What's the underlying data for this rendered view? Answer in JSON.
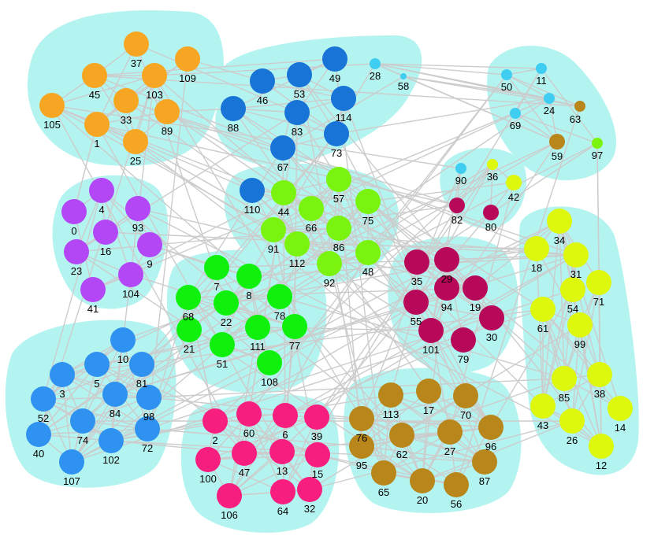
{
  "graph": {
    "colors": {
      "cluster_fill": "#b4f4f0",
      "edge": "#cccccc",
      "orange": "#f6a623",
      "blue_dark": "#1874d6",
      "cyan": "#3fcdf1",
      "olive": "#b8861b",
      "lime": "#7af40e",
      "purple": "#b347f6",
      "yellow": "#ddf70d",
      "crimson": "#b8085a",
      "green": "#0ff00d",
      "blue": "#2f92f0",
      "pink": "#f71e7f"
    },
    "nodes": [
      {
        "id": "37",
        "color": "orange",
        "size": "l"
      },
      {
        "id": "109",
        "color": "orange",
        "size": "l"
      },
      {
        "id": "45",
        "color": "orange",
        "size": "l"
      },
      {
        "id": "103",
        "color": "orange",
        "size": "l"
      },
      {
        "id": "105",
        "color": "orange",
        "size": "l"
      },
      {
        "id": "33",
        "color": "orange",
        "size": "l"
      },
      {
        "id": "89",
        "color": "orange",
        "size": "l"
      },
      {
        "id": "1",
        "color": "orange",
        "size": "l"
      },
      {
        "id": "25",
        "color": "orange",
        "size": "l"
      },
      {
        "id": "49",
        "color": "blue_dark",
        "size": "l"
      },
      {
        "id": "46",
        "color": "blue_dark",
        "size": "l"
      },
      {
        "id": "53",
        "color": "blue_dark",
        "size": "l"
      },
      {
        "id": "114",
        "color": "blue_dark",
        "size": "l"
      },
      {
        "id": "88",
        "color": "blue_dark",
        "size": "l"
      },
      {
        "id": "83",
        "color": "blue_dark",
        "size": "l"
      },
      {
        "id": "73",
        "color": "blue_dark",
        "size": "l"
      },
      {
        "id": "67",
        "color": "blue_dark",
        "size": "l"
      },
      {
        "id": "110",
        "color": "blue_dark",
        "size": "l"
      },
      {
        "id": "28",
        "color": "cyan",
        "size": "s"
      },
      {
        "id": "58",
        "color": "cyan",
        "size": "xs"
      },
      {
        "id": "50",
        "color": "cyan",
        "size": "s"
      },
      {
        "id": "11",
        "color": "cyan",
        "size": "s"
      },
      {
        "id": "24",
        "color": "cyan",
        "size": "s"
      },
      {
        "id": "69",
        "color": "cyan",
        "size": "s"
      },
      {
        "id": "90",
        "color": "cyan",
        "size": "s"
      },
      {
        "id": "63",
        "color": "olive",
        "size": "s"
      },
      {
        "id": "59",
        "color": "olive",
        "size": "m"
      },
      {
        "id": "97",
        "color": "lime",
        "size": "s"
      },
      {
        "id": "36",
        "color": "yellow",
        "size": "s"
      },
      {
        "id": "42",
        "color": "yellow",
        "size": "m"
      },
      {
        "id": "82",
        "color": "crimson",
        "size": "m"
      },
      {
        "id": "80",
        "color": "crimson",
        "size": "m"
      },
      {
        "id": "4",
        "color": "purple",
        "size": "l"
      },
      {
        "id": "0",
        "color": "purple",
        "size": "l"
      },
      {
        "id": "93",
        "color": "purple",
        "size": "l"
      },
      {
        "id": "16",
        "color": "purple",
        "size": "l"
      },
      {
        "id": "9",
        "color": "purple",
        "size": "l"
      },
      {
        "id": "23",
        "color": "purple",
        "size": "l"
      },
      {
        "id": "104",
        "color": "purple",
        "size": "l"
      },
      {
        "id": "41",
        "color": "purple",
        "size": "l"
      },
      {
        "id": "57",
        "color": "lime",
        "size": "l"
      },
      {
        "id": "44",
        "color": "lime",
        "size": "l"
      },
      {
        "id": "75",
        "color": "lime",
        "size": "l"
      },
      {
        "id": "66",
        "color": "lime",
        "size": "l"
      },
      {
        "id": "91",
        "color": "lime",
        "size": "l"
      },
      {
        "id": "86",
        "color": "lime",
        "size": "l"
      },
      {
        "id": "112",
        "color": "lime",
        "size": "l"
      },
      {
        "id": "48",
        "color": "lime",
        "size": "l"
      },
      {
        "id": "92",
        "color": "lime",
        "size": "l"
      },
      {
        "id": "35",
        "color": "crimson",
        "size": "l"
      },
      {
        "id": "29",
        "color": "crimson",
        "size": "l"
      },
      {
        "id": "19",
        "color": "crimson",
        "size": "l"
      },
      {
        "id": "94",
        "color": "crimson",
        "size": "l"
      },
      {
        "id": "55",
        "color": "crimson",
        "size": "l"
      },
      {
        "id": "30",
        "color": "crimson",
        "size": "l"
      },
      {
        "id": "101",
        "color": "crimson",
        "size": "l"
      },
      {
        "id": "79",
        "color": "crimson",
        "size": "l"
      },
      {
        "id": "34",
        "color": "yellow",
        "size": "l"
      },
      {
        "id": "18",
        "color": "yellow",
        "size": "l"
      },
      {
        "id": "31",
        "color": "yellow",
        "size": "l"
      },
      {
        "id": "71",
        "color": "yellow",
        "size": "l"
      },
      {
        "id": "54",
        "color": "yellow",
        "size": "l"
      },
      {
        "id": "61",
        "color": "yellow",
        "size": "l"
      },
      {
        "id": "99",
        "color": "yellow",
        "size": "l"
      },
      {
        "id": "85",
        "color": "yellow",
        "size": "l"
      },
      {
        "id": "38",
        "color": "yellow",
        "size": "l"
      },
      {
        "id": "43",
        "color": "yellow",
        "size": "l"
      },
      {
        "id": "14",
        "color": "yellow",
        "size": "l"
      },
      {
        "id": "26",
        "color": "yellow",
        "size": "l"
      },
      {
        "id": "12",
        "color": "yellow",
        "size": "l"
      },
      {
        "id": "7",
        "color": "green",
        "size": "l"
      },
      {
        "id": "8",
        "color": "green",
        "size": "l"
      },
      {
        "id": "68",
        "color": "green",
        "size": "l"
      },
      {
        "id": "22",
        "color": "green",
        "size": "l"
      },
      {
        "id": "78",
        "color": "green",
        "size": "l"
      },
      {
        "id": "21",
        "color": "green",
        "size": "l"
      },
      {
        "id": "111",
        "color": "green",
        "size": "l"
      },
      {
        "id": "77",
        "color": "green",
        "size": "l"
      },
      {
        "id": "51",
        "color": "green",
        "size": "l"
      },
      {
        "id": "108",
        "color": "green",
        "size": "l"
      },
      {
        "id": "10",
        "color": "blue",
        "size": "l"
      },
      {
        "id": "5",
        "color": "blue",
        "size": "l"
      },
      {
        "id": "81",
        "color": "blue",
        "size": "l"
      },
      {
        "id": "3",
        "color": "blue",
        "size": "l"
      },
      {
        "id": "84",
        "color": "blue",
        "size": "l"
      },
      {
        "id": "98",
        "color": "blue",
        "size": "l"
      },
      {
        "id": "52",
        "color": "blue",
        "size": "l"
      },
      {
        "id": "74",
        "color": "blue",
        "size": "l"
      },
      {
        "id": "72",
        "color": "blue",
        "size": "l"
      },
      {
        "id": "40",
        "color": "blue",
        "size": "l"
      },
      {
        "id": "102",
        "color": "blue",
        "size": "l"
      },
      {
        "id": "107",
        "color": "blue",
        "size": "l"
      },
      {
        "id": "60",
        "color": "pink",
        "size": "l"
      },
      {
        "id": "6",
        "color": "pink",
        "size": "l"
      },
      {
        "id": "39",
        "color": "pink",
        "size": "l"
      },
      {
        "id": "2",
        "color": "pink",
        "size": "l"
      },
      {
        "id": "47",
        "color": "pink",
        "size": "l"
      },
      {
        "id": "13",
        "color": "pink",
        "size": "l"
      },
      {
        "id": "15",
        "color": "pink",
        "size": "l"
      },
      {
        "id": "100",
        "color": "pink",
        "size": "l"
      },
      {
        "id": "106",
        "color": "pink",
        "size": "l"
      },
      {
        "id": "64",
        "color": "pink",
        "size": "l"
      },
      {
        "id": "32",
        "color": "pink",
        "size": "l"
      },
      {
        "id": "113",
        "color": "olive",
        "size": "l"
      },
      {
        "id": "17",
        "color": "olive",
        "size": "l"
      },
      {
        "id": "70",
        "color": "olive",
        "size": "l"
      },
      {
        "id": "76",
        "color": "olive",
        "size": "l"
      },
      {
        "id": "62",
        "color": "olive",
        "size": "l"
      },
      {
        "id": "27",
        "color": "olive",
        "size": "l"
      },
      {
        "id": "96",
        "color": "olive",
        "size": "l"
      },
      {
        "id": "95",
        "color": "olive",
        "size": "l"
      },
      {
        "id": "65",
        "color": "olive",
        "size": "l"
      },
      {
        "id": "20",
        "color": "olive",
        "size": "l"
      },
      {
        "id": "56",
        "color": "olive",
        "size": "l"
      },
      {
        "id": "87",
        "color": "olive",
        "size": "l"
      }
    ]
  }
}
